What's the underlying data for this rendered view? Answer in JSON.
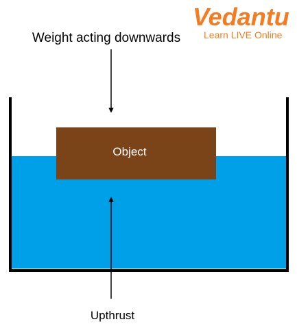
{
  "logo": {
    "brand": "Vedantu",
    "tagline": "Learn LIVE Online"
  },
  "labels": {
    "weight": "Weight acting downwards",
    "object": "Object",
    "upthrust": "Upthrust"
  },
  "colors": {
    "water": "#00a0e9",
    "object": "#7b4418",
    "container": "#000000",
    "logo": "#f47b20",
    "text": "#000000",
    "object_text": "#ffffff"
  }
}
